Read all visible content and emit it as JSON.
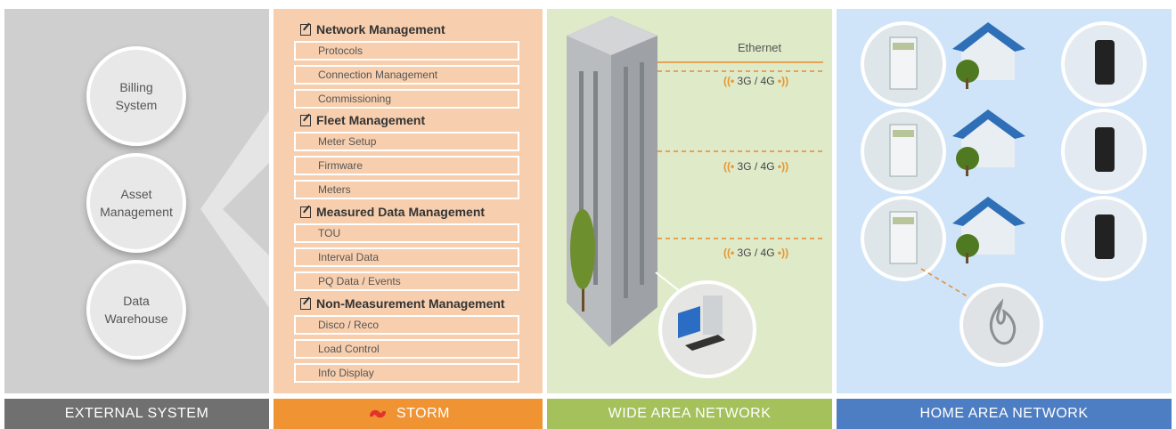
{
  "footer": {
    "external": "EXTERNAL SYSTEM",
    "storm": "STORM",
    "wan": "WIDE AREA NETWORK",
    "han": "HOME AREA NETWORK"
  },
  "external_systems": [
    "Billing\nSystem",
    "Asset\nManagement",
    "Data\nWarehouse"
  ],
  "storm_groups": [
    {
      "title": "Network Management",
      "items": [
        "Protocols",
        "Connection Management",
        "Commissioning"
      ]
    },
    {
      "title": "Fleet Management",
      "items": [
        "Meter Setup",
        "Firmware",
        "Meters"
      ]
    },
    {
      "title": "Measured Data Management",
      "items": [
        "TOU",
        "Interval Data",
        "PQ Data / Events"
      ]
    },
    {
      "title": "Non-Measurement Management",
      "items": [
        "Disco / Reco",
        "Load Control",
        "Info Display"
      ]
    }
  ],
  "wan": {
    "ethernet": "Ethernet",
    "links": [
      "3G / 4G",
      "3G / 4G",
      "3G / 4G"
    ]
  },
  "colors": {
    "external": "#707070",
    "storm": "#f09433",
    "wan": "#a4c15b",
    "han": "#4d7dc3"
  }
}
